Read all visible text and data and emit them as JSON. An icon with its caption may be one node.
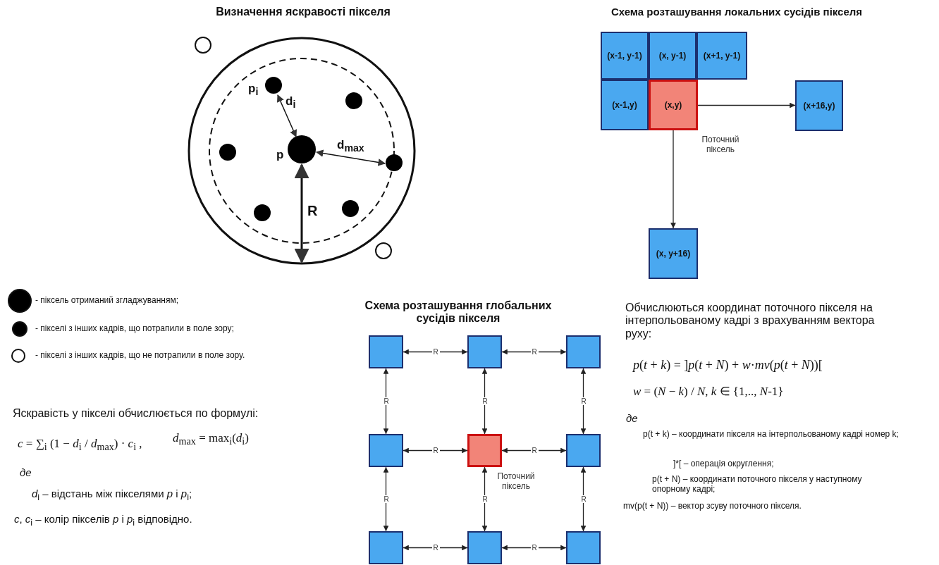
{
  "diagram": {
    "nodes": [
      {
        "text": [
          "(x-1, y-1)"
        ]
      },
      {
        "text": [
          "(x, y-1)"
        ]
      },
      {
        "text": [
          "(x+1, y-1)"
        ]
      },
      {
        "text": [
          "(x-1,y)"
        ]
      },
      {
        "text": [
          "(x,y)"
        ],
        "beside": [
          "Поточний піксель"
        ]
      },
      {
        "text": [
          "(x+16,y)"
        ]
      },
      {
        "text": [
          "(x, y+16)"
        ]
      },
      {
        "text": [],
        "shape": "box"
      },
      {
        "text": [],
        "shape": "box"
      },
      {
        "text": [],
        "shape": "box"
      },
      {
        "text": [],
        "shape": "box"
      },
      {
        "text": [],
        "shape": "box",
        "beside": [
          "Поточний піксель"
        ]
      },
      {
        "text": [],
        "shape": "box"
      },
      {
        "text": [],
        "shape": "box"
      },
      {
        "text": [],
        "shape": "box"
      },
      {
        "text": [],
        "shape": "box"
      }
    ],
    "edges": [
      {
        "from": 4,
        "to": 5,
        "arrow": "to"
      },
      {
        "from": 4,
        "to": 6,
        "arrow": "to"
      },
      {
        "from": 7,
        "to": 8,
        "arrow": "both",
        "label": "R"
      },
      {
        "from": 8,
        "to": 9,
        "arrow": "both",
        "label": "R"
      },
      {
        "from": 7,
        "to": 10,
        "arrow": "both",
        "label": "R"
      },
      {
        "from": 8,
        "to": 11,
        "arrow": "both",
        "label": "R"
      },
      {
        "from": 9,
        "to": 12,
        "arrow": "both",
        "label": "R"
      },
      {
        "from": 10,
        "to": 11,
        "arrow": "both",
        "label": "R"
      },
      {
        "from": 11,
        "to": 12,
        "arrow": "both",
        "label": "R"
      },
      {
        "from": 10,
        "to": 13,
        "arrow": "both",
        "label": "R"
      },
      {
        "from": 11,
        "to": 14,
        "arrow": "both",
        "label": "R"
      },
      {
        "from": 12,
        "to": 15,
        "arrow": "both",
        "label": "R"
      },
      {
        "from": 13,
        "to": 14,
        "arrow": "both",
        "label": "R"
      },
      {
        "from": 14,
        "to": 15,
        "arrow": "both",
        "label": "R"
      }
    ],
    "labels": [
      "Визначення яскравості пікселя",
      "Схема розташування локальних сусідів пікселя",
      "p$_{i}$",
      "d$_{i}$",
      "p",
      "d$_{max}$",
      "R",
      "Схема розташування глобальних сусідів пікселя",
      "Обчислюються координат поточного пікселя на інтерпольованому кадрі з врахуванням вектора руху:",
      "*p*(*t* + *k*) = ]*p*(*t* + *N*) + *w*·*mv*(*p*(*t* + *N*))[",
      "*w* = (*N* − *k*) / *N*,  *k* ∈ {1,.., *N*-1}",
      "де",
      "p(t + k) – координати пікселя на інтерпольованому кадрі номер k;",
      "]*[ – операція округлення;",
      "p(t + N) – координати поточного пікселя у наступному опорному кадрі;",
      "mv(p(t + N)) – вектор зсуву поточного пікселя.",
      "Яскравість у пікселі обчислюється по формулі:",
      "*c* = ∑$_{i}$ (1 − *d*$_{i}$ / *d*$_{max}$) · *c*$_{i}$ ,",
      "*d*$_{max}$ = max$_{i}$(*d*$_{i}$)",
      "де",
      "*d*$_{i}$ – відстань між пікселями *p* і *p*$_{i}$;",
      "*c*, *c*$_{i}$ – колір пікселів *p* і *p*$_{i}$ відповідно."
    ],
    "legend": [
      {
        "text": "- піксель отриманий згладжуванням;"
      },
      {
        "text": "- пікселі з інших кадрів, що потрапили в поле зору;"
      },
      {
        "text": "- пікселі з інших кадрів, що не потрапили в поле зору."
      }
    ]
  }
}
